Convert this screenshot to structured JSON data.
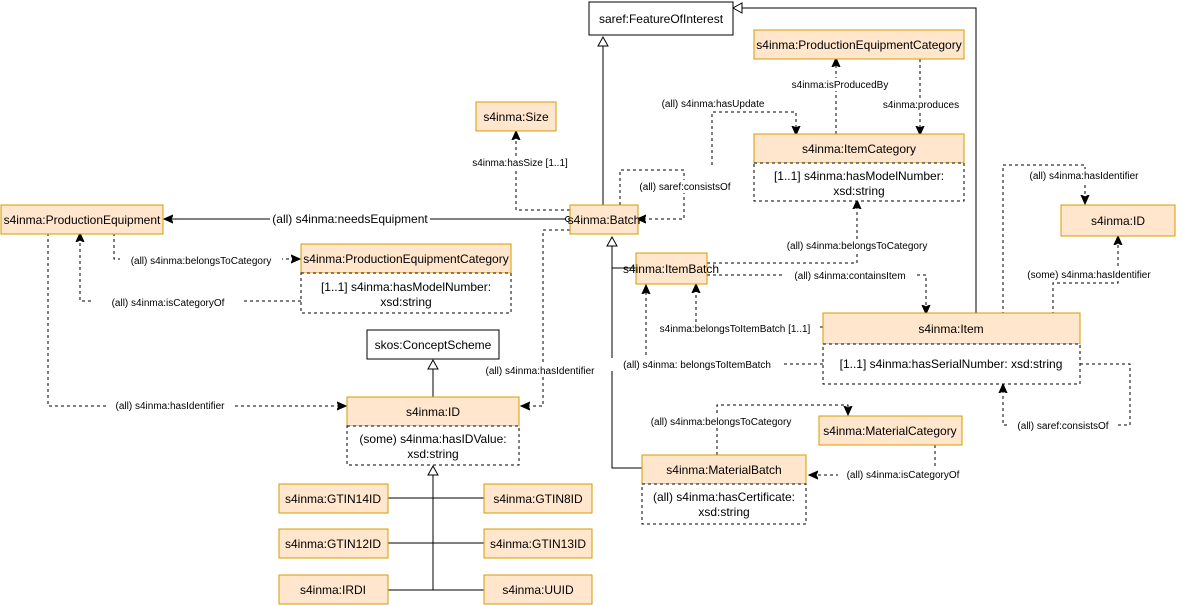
{
  "classes": {
    "feature_of_interest": "saref:FeatureOfInterest",
    "production_equipment_category_top": "s4inma:ProductionEquipmentCategory",
    "size": "s4inma:Size",
    "item_category": "s4inma:ItemCategory",
    "production_equipment": "s4inma:ProductionEquipment",
    "batch": "s4inma:Batch",
    "production_equipment_category_left": "s4inma:ProductionEquipmentCategory",
    "item_batch": "s4inma:ItemBatch",
    "id_right": "s4inma:ID",
    "item": "s4inma:Item",
    "concept_scheme": "skos:ConceptScheme",
    "id_center": "s4inma:ID",
    "material_category": "s4inma:MaterialCategory",
    "material_batch": "s4inma:MaterialBatch",
    "gtin14": "s4inma:GTIN14ID",
    "gtin8": "s4inma:GTIN8ID",
    "gtin12": "s4inma:GTIN12ID",
    "gtin13": "s4inma:GTIN13ID",
    "irdi": "s4inma:IRDI",
    "uuid": "s4inma:UUID"
  },
  "attributes": {
    "item_category_1": "[1..1] s4inma:hasModelNumber:",
    "item_category_2": "xsd:string",
    "pec_left_1": "[1..1] s4inma:hasModelNumber:",
    "pec_left_2": "xsd:string",
    "item_1": "[1..1] s4inma:hasSerialNumber: xsd:string",
    "id_center_1": "(some) s4inma:hasIDValue:",
    "id_center_2": "xsd:string",
    "material_batch_1": "(all) s4inma:hasCertificate:",
    "material_batch_2": "xsd:string"
  },
  "relations": {
    "is_produced_by": "s4inma:isProducedBy",
    "produces": "s4inma:produces",
    "has_update": "(all) s4inma:hasUpdate",
    "has_size": "s4inma:hasSize [1..1]",
    "consists_of_batch": "(all) saref:consistsOf",
    "needs_equipment": "(all) s4inma:needsEquipment",
    "belongs_to_category_pe": "(all) s4inma:belongsToCategory",
    "is_category_of_pe": "(all) s4inma:isCategoryOf",
    "has_identifier_batch": "(all) s4inma:hasIdentifier",
    "has_identifier_pe": "(all) s4inma:hasIdentifier",
    "belongs_to_category_ib": "(all) s4inma:belongsToCategory",
    "contains_item": "(all) s4inma:containsItem",
    "belongs_to_item_batch_card": "s4inma:belongsToItemBatch [1..1]",
    "belongs_to_item_batch": "(all) s4inma: belongsToItemBatch",
    "has_identifier_item_top": "(all) s4inma:hasIdentifier",
    "has_identifier_item_some": "(some) s4inma:hasIdentifier",
    "consists_of_item": "(all) saref:consistsOf",
    "belongs_to_category_mb": "(all) s4inma:belongsToCategory",
    "is_category_of_mc": "(all) s4inma:isCategoryOf"
  }
}
